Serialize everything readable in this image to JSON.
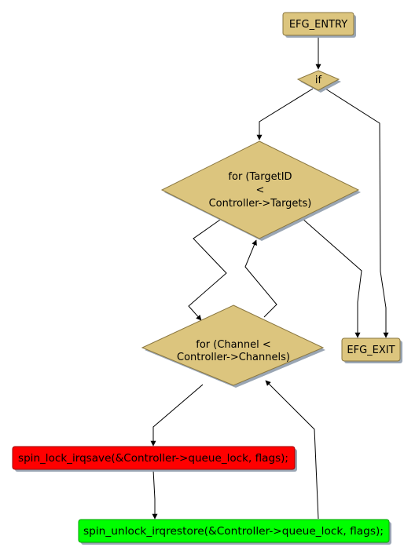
{
  "colors": {
    "node_fill": "#dcc57e",
    "node_stroke": "#8a7740",
    "shadow": "#9aa6b4",
    "red": "#ff0000",
    "green": "#00ff00",
    "edge": "#000000"
  },
  "nodes": {
    "entry": {
      "label": "EFG_ENTRY"
    },
    "if": {
      "label": "if"
    },
    "for_target": {
      "line1": "for (TargetID",
      "line2": "<",
      "line3": "Controller->Targets)"
    },
    "for_channel": {
      "line1": "for (Channel <",
      "line2": "Controller->Channels)"
    },
    "exit": {
      "label": "EFG_EXIT"
    },
    "lock": {
      "label": "spin_lock_irqsave(&Controller->queue_lock, flags);"
    },
    "unlock": {
      "label": "spin_unlock_irqrestore(&Controller->queue_lock, flags);"
    }
  }
}
